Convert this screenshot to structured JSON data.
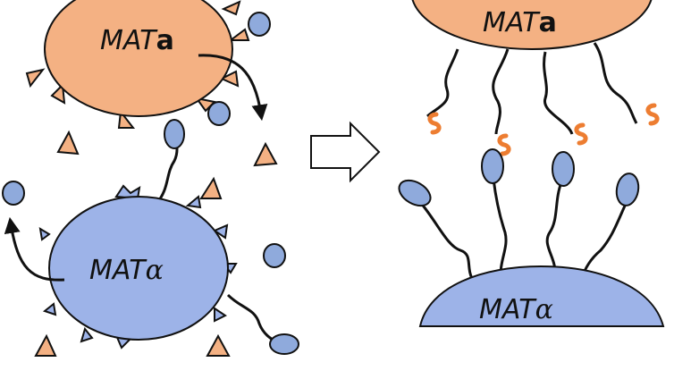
{
  "colors": {
    "mat_a_cell": "#f4b183",
    "mat_alpha_cell": "#9db3e8",
    "blue_pheromone": "#8faadc",
    "pheromone_triangle": "#f4b183",
    "agglutinin_hook": "#ed7d31",
    "outline": "#111111"
  },
  "left_panel": {
    "mat_a_cell": {
      "label_italic": "MAT",
      "label_suffix": "a"
    },
    "mat_alpha_cell": {
      "label_italic": "MAT",
      "label_suffix": "α"
    }
  },
  "transition_arrow": {
    "icon": "hollow-right-arrow-icon"
  },
  "right_panel": {
    "mat_a_cell": {
      "label_italic": "MAT",
      "label_suffix": "a"
    },
    "mat_alpha_cell": {
      "label_italic": "MAT",
      "label_suffix": "α"
    }
  }
}
